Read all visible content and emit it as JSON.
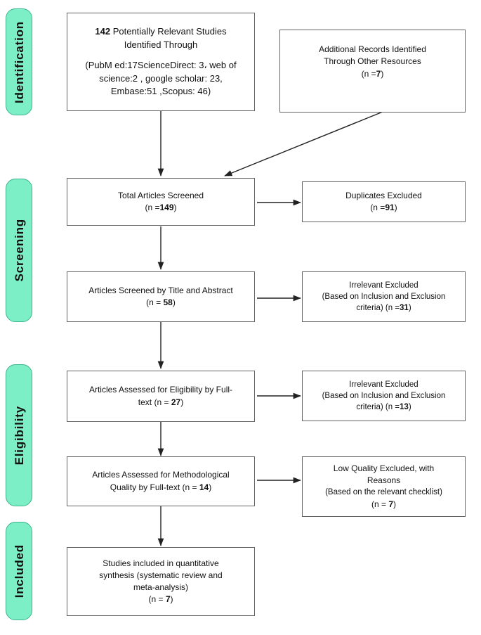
{
  "diagram": {
    "title": "PRISMA flow diagram",
    "accent_color": "#7CEFC6",
    "accent_border_color": "#3EB48C",
    "box_border_color": "#636363",
    "background_color": "#ffffff",
    "connector_color": "#222222"
  },
  "stages": [
    {
      "id": "identification",
      "label": "Identification"
    },
    {
      "id": "screening",
      "label": "Screening"
    },
    {
      "id": "eligibility",
      "label": "Eligibility"
    },
    {
      "id": "included",
      "label": "Included"
    }
  ],
  "boxes": {
    "identified_studies": {
      "line1_num": "142",
      "line1_rest": " Potentially Relevant Studies",
      "line2": "Identified Through",
      "line3": "(PubM ed:17ScienceDirect: 3، web of",
      "line4": "science:2 , google scholar: 23,",
      "line5": "Embase:51 ,Scopus: 46)"
    },
    "additional_records": {
      "line1": "Additional Records Identified",
      "line2": "Through Other Resources",
      "line3_pre": "(n =",
      "line3_num": "7",
      "line3_post": ")"
    },
    "total_screened": {
      "line1": "Total Articles Screened",
      "line2_pre": "(n =",
      "line2_num": "149",
      "line2_post": ")"
    },
    "duplicates_excluded": {
      "line1": "Duplicates Excluded",
      "line2_pre": "(n =",
      "line2_num": "91",
      "line2_post": ")"
    },
    "screened_title_abstract": {
      "line1": "Articles Screened by Title and Abstract",
      "line2_pre": "(n = ",
      "line2_num": "58",
      "line2_post": ")"
    },
    "irrelevant_excluded_1": {
      "line1": "Irrelevant Excluded",
      "line2": "(Based on Inclusion and Exclusion",
      "line3_pre": "criteria)  (n =",
      "line3_num": "31",
      "line3_post": ")"
    },
    "eligibility_fulltext": {
      "line1": "Articles Assessed for Eligibility by Full-",
      "line2_pre": "text (n = ",
      "line2_num": "27",
      "line2_post": ")"
    },
    "irrelevant_excluded_2": {
      "line1": "Irrelevant Excluded",
      "line2": "(Based on Inclusion and Exclusion",
      "line3_pre": "criteria) (n =",
      "line3_num": "13",
      "line3_post": ")"
    },
    "methodological_quality": {
      "line1": "Articles Assessed for Methodological",
      "line2_pre": "Quality by Full-text (n = ",
      "line2_num": "14",
      "line2_post": ")"
    },
    "low_quality_excluded": {
      "line1": "Low Quality Excluded, with",
      "line2": "Reasons",
      "line3": "(Based on the relevant checklist)",
      "line4_pre": "(n = ",
      "line4_num": "7",
      "line4_post": ")"
    },
    "included_studies": {
      "line1": "Studies included in quantitative",
      "line2": "synthesis (systematic review and",
      "line3": "meta-analysis)",
      "line4_pre": "(n = ",
      "line4_num": "7",
      "line4_post": ")"
    }
  }
}
